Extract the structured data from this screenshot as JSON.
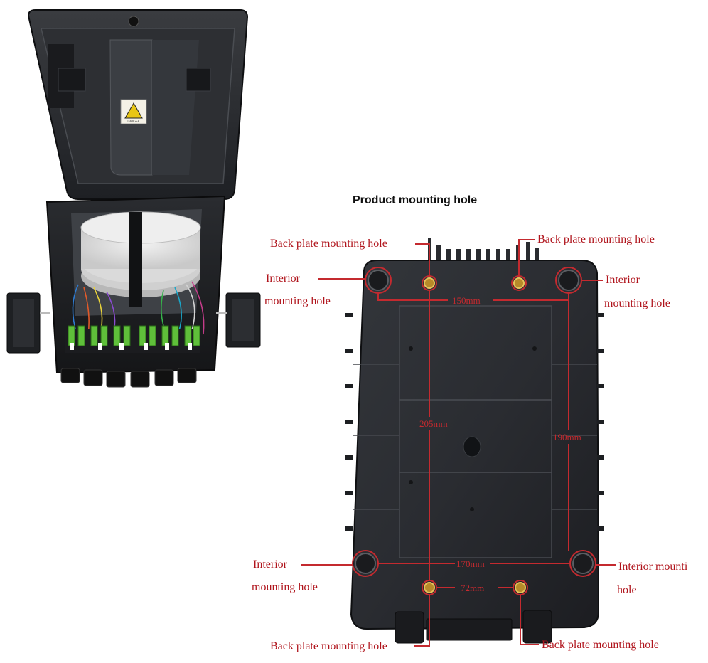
{
  "heading": "Product mounting hole",
  "labels": {
    "back_top_left": "Back plate mounting hole",
    "back_top_right": "Back plate mounting hole",
    "interior_top_left_1": "Interior",
    "interior_top_left_2": "mounting hole",
    "interior_top_right_1": "Interior",
    "interior_top_right_2": "mounting hole",
    "interior_bottom_left_1": "Interior",
    "interior_bottom_left_2": "mounting hole",
    "interior_bottom_right_1": "Interior mounti",
    "interior_bottom_right_2": "hole",
    "back_bottom_left": "Back plate mounting hole",
    "back_bottom_right": "Back plate mounting hole"
  },
  "dimensions": {
    "top_width": "150mm",
    "left_height": "205mm",
    "right_height": "190mm",
    "bottom_width": "170mm",
    "bottom_small": "72mm"
  },
  "sticker_text": "DANGER",
  "colors": {
    "annotation_red": "#c42a2f",
    "enclosure_dark": "#2a2c30",
    "adapter_green": "#5fbf3a"
  }
}
